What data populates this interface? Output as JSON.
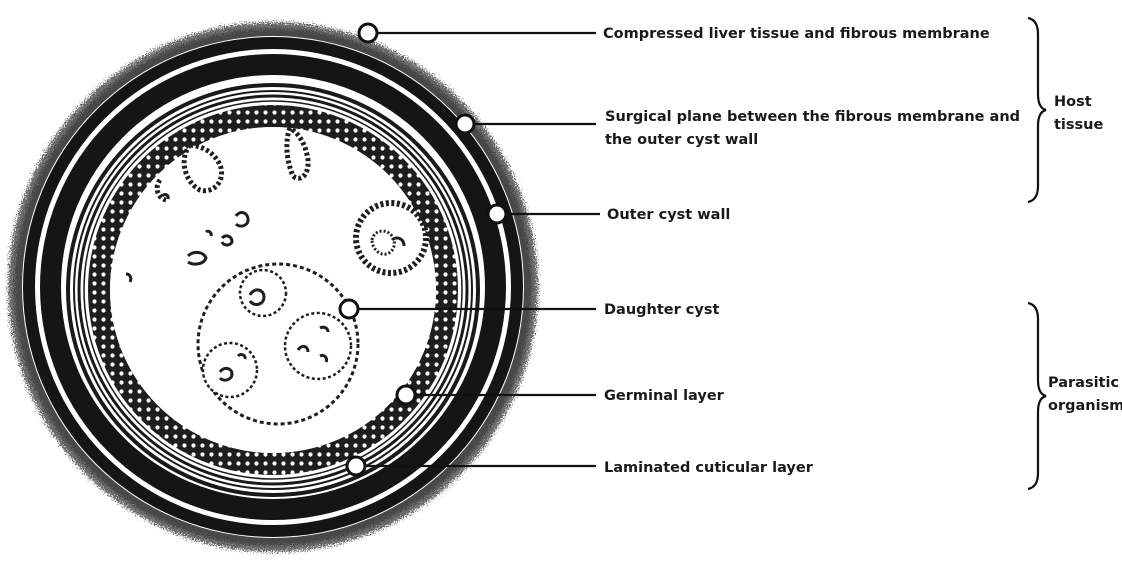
{
  "labels": {
    "compressed_liver": "Compressed liver tissue and fibrous membrane",
    "surgical_plane_line1": "Surgical plane between the fibrous membrane and",
    "surgical_plane_line2": "the outer cyst wall",
    "outer_cyst_wall": "Outer cyst wall",
    "daughter_cyst": "Daughter cyst",
    "germinal_layer": "Germinal layer",
    "laminated_layer": "Laminated cuticular layer"
  },
  "groups": {
    "host_line1": "Host",
    "host_line2": "tissue",
    "parasitic_line1": "Parasitic",
    "parasitic_line2": "organism"
  }
}
